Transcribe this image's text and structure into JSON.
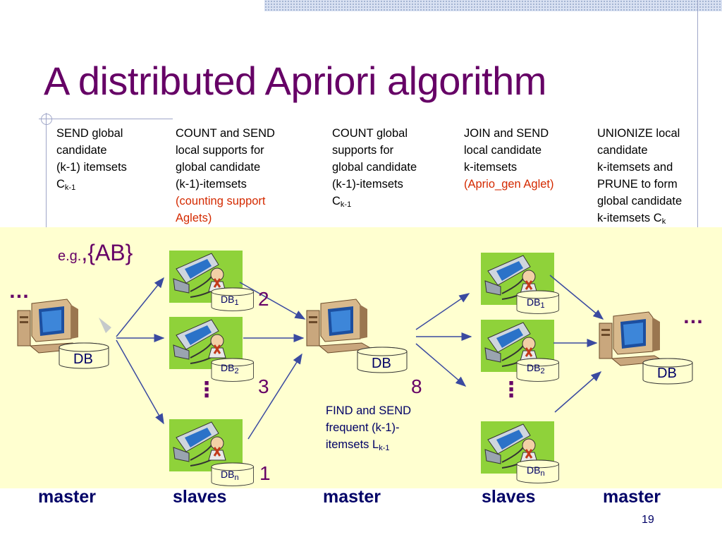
{
  "title": "A distributed Apriori algorithm",
  "steps": [
    {
      "lines": [
        "SEND global",
        "candidate",
        "(k-1) itemsets"
      ],
      "symbol": "C",
      "sub": "k-1"
    },
    {
      "lines": [
        "COUNT and SEND",
        "local supports for",
        "global candidate",
        "(k-1)-itemsets"
      ],
      "red_lines": [
        "(counting support",
        "Aglets)"
      ]
    },
    {
      "lines": [
        "COUNT global",
        "supports for",
        "global candidate",
        "(k-1)-itemsets"
      ],
      "symbol": "C",
      "sub": "k-1"
    },
    {
      "lines": [
        "JOIN and SEND",
        "local candidate",
        "k-itemsets"
      ],
      "red_lines": [
        "(Aprio_gen Aglet)"
      ]
    },
    {
      "lines": [
        "UNIONIZE  local",
        "candidate",
        "k-itemsets and",
        "PRUNE to form",
        "global candidate"
      ],
      "last_prefix": "k-itemsets C",
      "sub": "k"
    }
  ],
  "example": {
    "prefix": "e.g.",
    "value": ",{AB}"
  },
  "find_text": {
    "lines": [
      "FIND and SEND",
      "frequent (k-1)-"
    ],
    "last_prefix": "itemsets L",
    "sub": "k-1"
  },
  "counts": {
    "db1": "2",
    "db2": "3",
    "dbn": "1",
    "master": "8"
  },
  "db_labels": {
    "db": "DB",
    "db1": "DB",
    "db1_sub": "1",
    "db2": "DB",
    "db2_sub": "2",
    "dbn": "DB",
    "dbn_sub": "n"
  },
  "ellipsis": "…",
  "vertical_dots": "⋮",
  "bottom_labels": [
    "master",
    "slaves",
    "master",
    "slaves",
    "master"
  ],
  "page_number": "19",
  "colors": {
    "title": "#660066",
    "panel": "#ffffd0",
    "red": "#d42a00",
    "label": "#000066"
  }
}
